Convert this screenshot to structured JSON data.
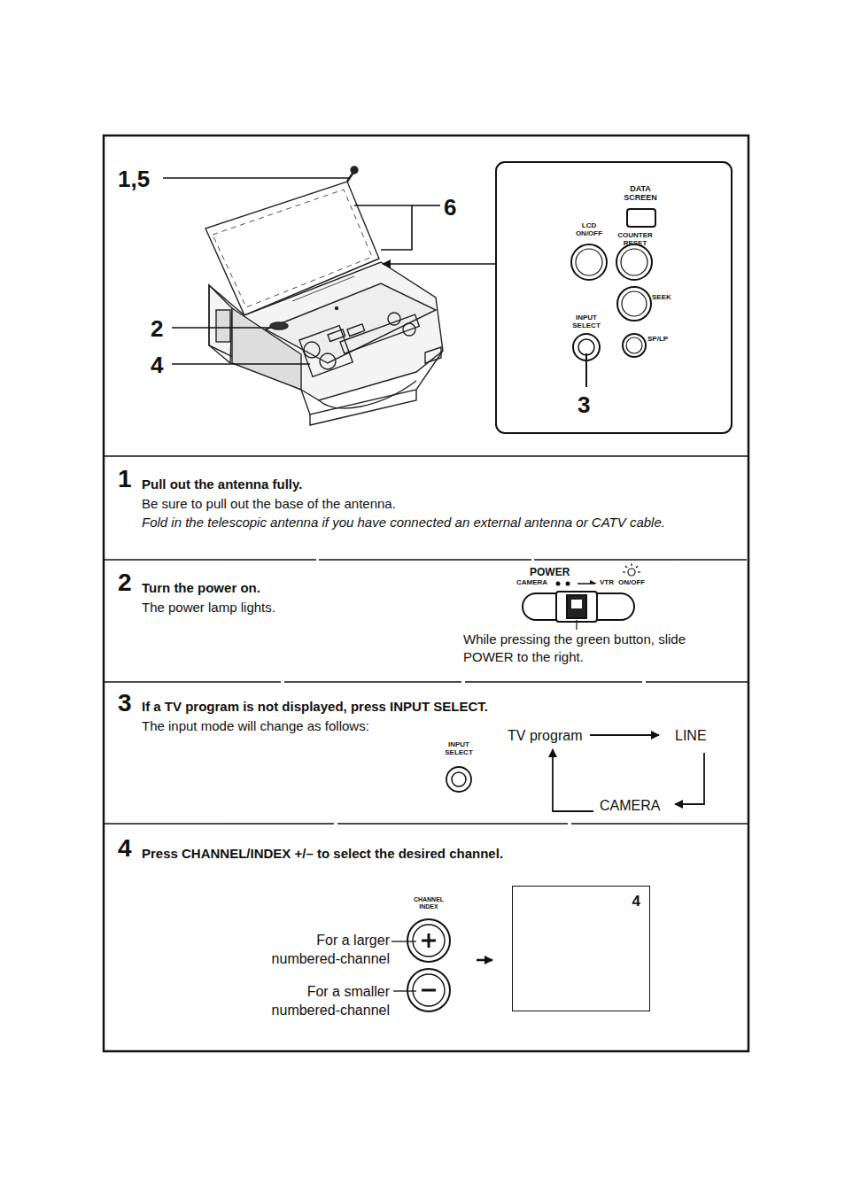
{
  "diagram": {
    "nodes": [
      {
        "text": [
          "1",
          "Pull out the antenna fully.",
          "Be sure to pull out the base of the antenna.",
          "Fold in the telescopic antenna if you have connected an external antenna or CATV cable."
        ]
      },
      {
        "text": [
          "2",
          "Turn the power on.",
          "The power lamp lights.",
          "While pressing the green button, slide POWER to the right."
        ]
      },
      {
        "text": [
          "3",
          "If a TV program is not displayed, press INPUT SELECT.",
          "The input mode will change as follows:"
        ]
      },
      {
        "text": [
          "4",
          "Press CHANNEL/INDEX +/– to select the desired channel."
        ]
      },
      {
        "text": [
          "4"
        ],
        "in": 3
      }
    ],
    "labels": [
      "1,5",
      "6",
      "2",
      "4",
      "DATA SCREEN",
      "LCD ON/OFF",
      "COUNTER RESET",
      "SEEK",
      "INPUT SELECT",
      "SP/LP",
      "3",
      "POWER",
      "CAMERA",
      "VTR",
      "ON/OFF",
      "INPUT SELECT",
      "TV program",
      "LINE",
      "CAMERA",
      "CHANNEL INDEX",
      "For a larger numbered-channel",
      "For a smaller numbered-channel"
    ]
  }
}
